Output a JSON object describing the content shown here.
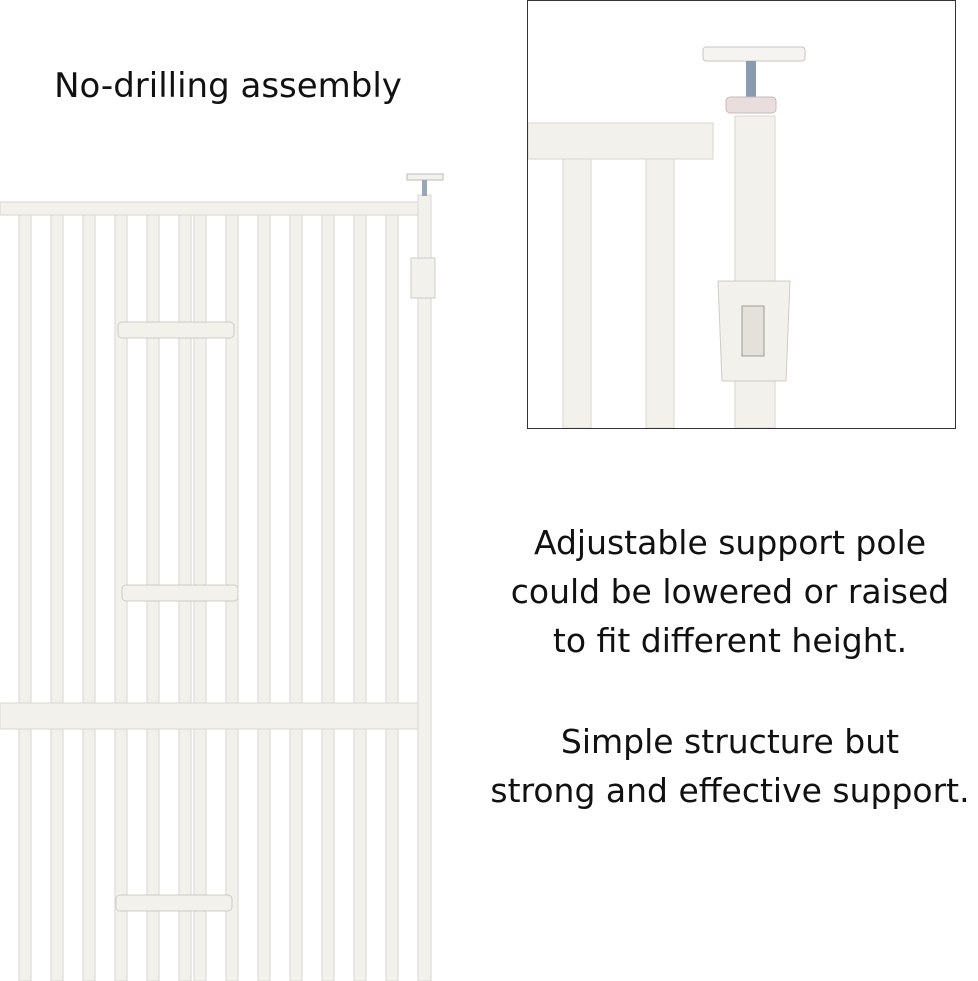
{
  "heading": "No-drilling assembly",
  "description": {
    "paragraph1": [
      "Adjustable support pole",
      "could be lowered or raised",
      "to fit different height."
    ],
    "paragraph2": [
      "Simple structure but",
      "strong and effective support."
    ]
  },
  "colors": {
    "gate": "#f3f1ec",
    "gate_edge": "#d9d6cf",
    "border": "#333333"
  }
}
